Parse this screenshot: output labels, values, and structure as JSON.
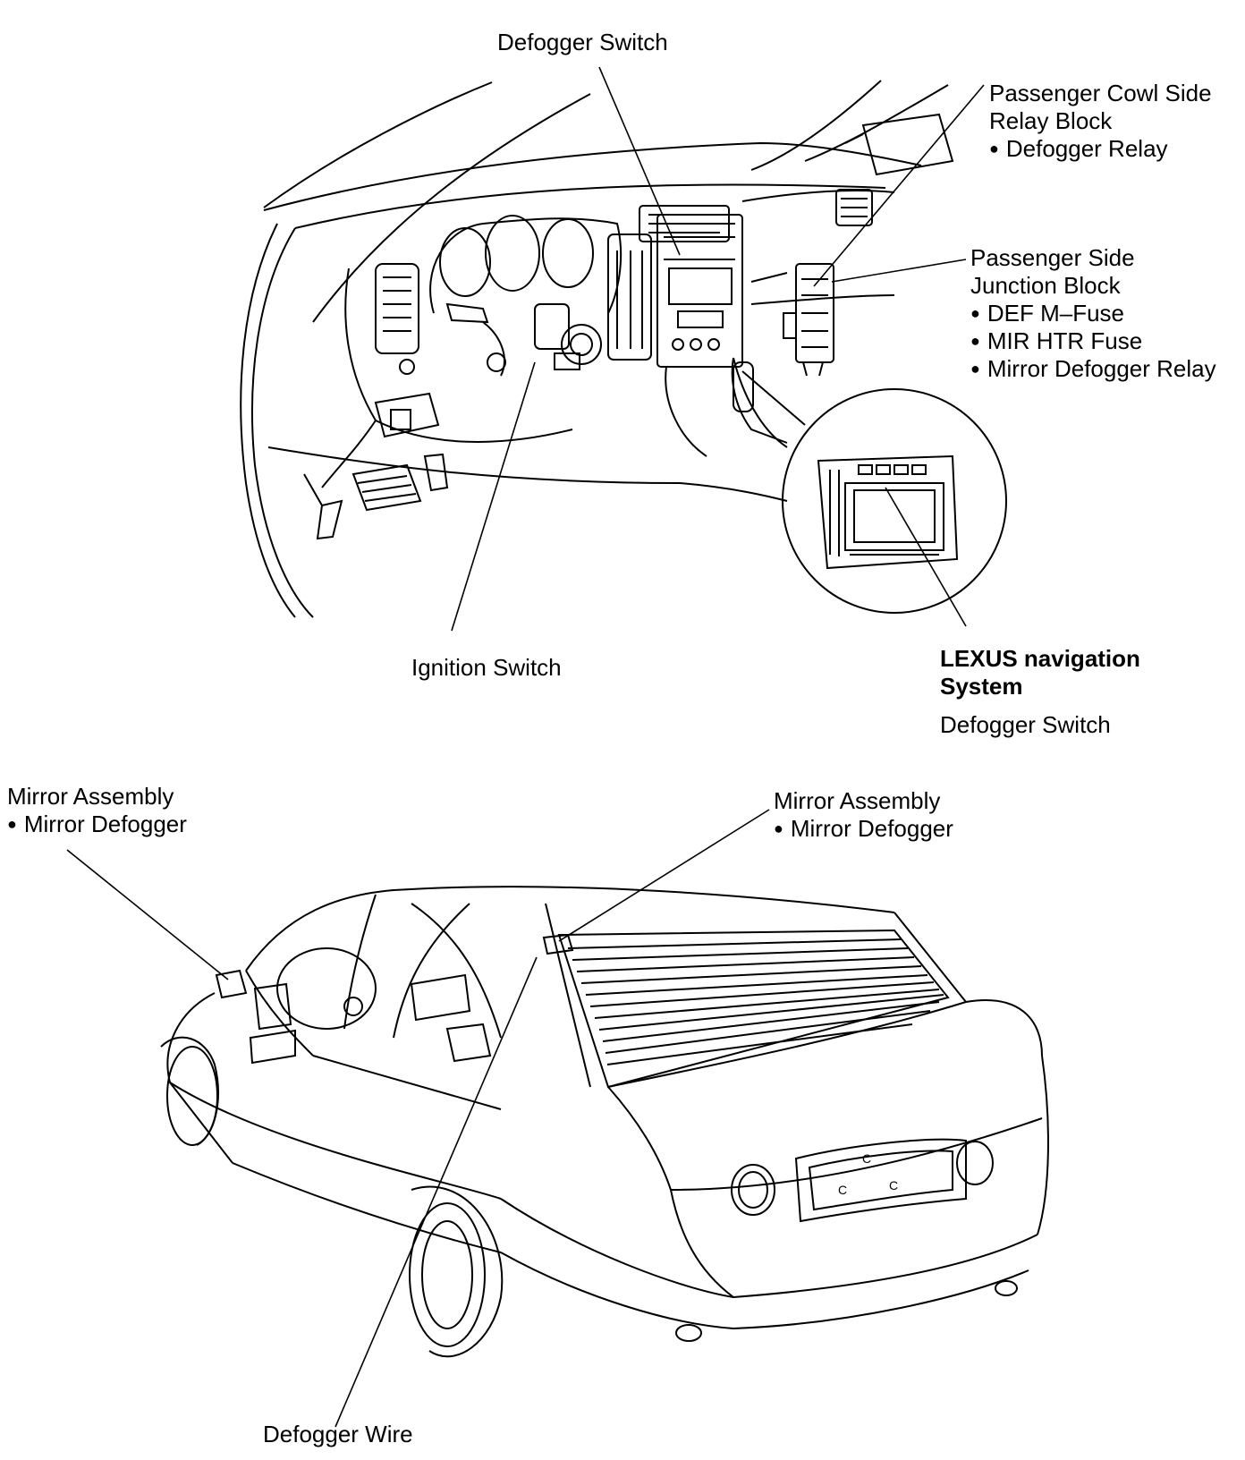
{
  "labels": {
    "defogger_switch_top": "Defogger Switch",
    "cowl_relay": {
      "line1": "Passenger Cowl Side",
      "line2": "Relay Block",
      "item1": "Defogger Relay"
    },
    "junction_block": {
      "line1": "Passenger Side",
      "line2": "Junction Block",
      "item1": "DEF M–Fuse",
      "item2": "MIR HTR Fuse",
      "item3": "Mirror Defogger Relay"
    },
    "ignition_switch": "Ignition Switch",
    "nav_system": {
      "title1": "LEXUS navigation",
      "title2": "System",
      "sub": "Defogger Switch"
    },
    "mirror_left": {
      "line1": "Mirror Assembly",
      "item1": "Mirror Defogger"
    },
    "mirror_right": {
      "line1": "Mirror Assembly",
      "item1": "Mirror Defogger"
    },
    "defogger_wire": "Defogger Wire",
    "plate_marks": [
      "C",
      "C",
      "C"
    ]
  }
}
